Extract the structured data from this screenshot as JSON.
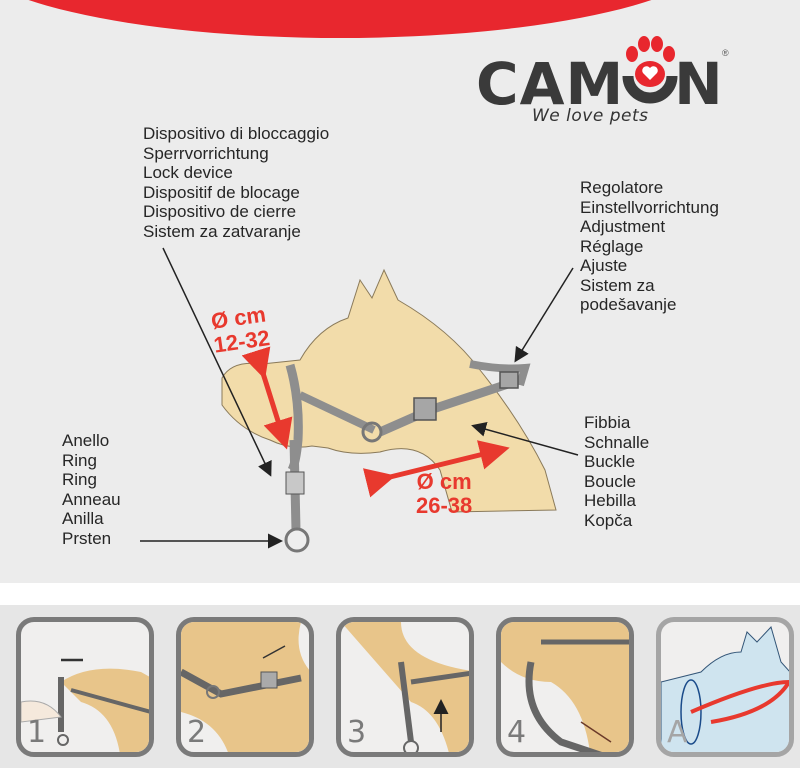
{
  "brand": {
    "name": "CAMON",
    "tagline": "We love pets",
    "registered_mark": "®",
    "colors": {
      "red": "#e8272e",
      "dark_gray": "#3a3a3a",
      "background": "#ececec"
    }
  },
  "labels": {
    "lock_device": [
      "Dispositivo di bloccaggio",
      "Sperrvorrichtung",
      "Lock device",
      "Dispositif de blocage",
      "Dispositivo de cierre",
      "Sistem za zatvaranje"
    ],
    "adjustment": [
      "Regolatore",
      "Einstellvorrichtung",
      "Adjustment",
      "Réglage",
      "Ajuste",
      "Sistem za",
      "podešavanje"
    ],
    "ring": [
      "Anello",
      "Ring",
      "Ring",
      "Anneau",
      "Anilla",
      "Prsten"
    ],
    "buckle": [
      "Fibbia",
      "Schnalle",
      "Buckle",
      "Boucle",
      "Hebilla",
      "Kopča"
    ]
  },
  "measurements": {
    "muzzle": {
      "unit": "Ø cm",
      "range": "12-32"
    },
    "neck": {
      "unit": "Ø cm",
      "range": "26-38"
    }
  },
  "steps": [
    {
      "label": "1"
    },
    {
      "label": "2"
    },
    {
      "label": "3"
    },
    {
      "label": "4"
    },
    {
      "label": "A"
    }
  ]
}
